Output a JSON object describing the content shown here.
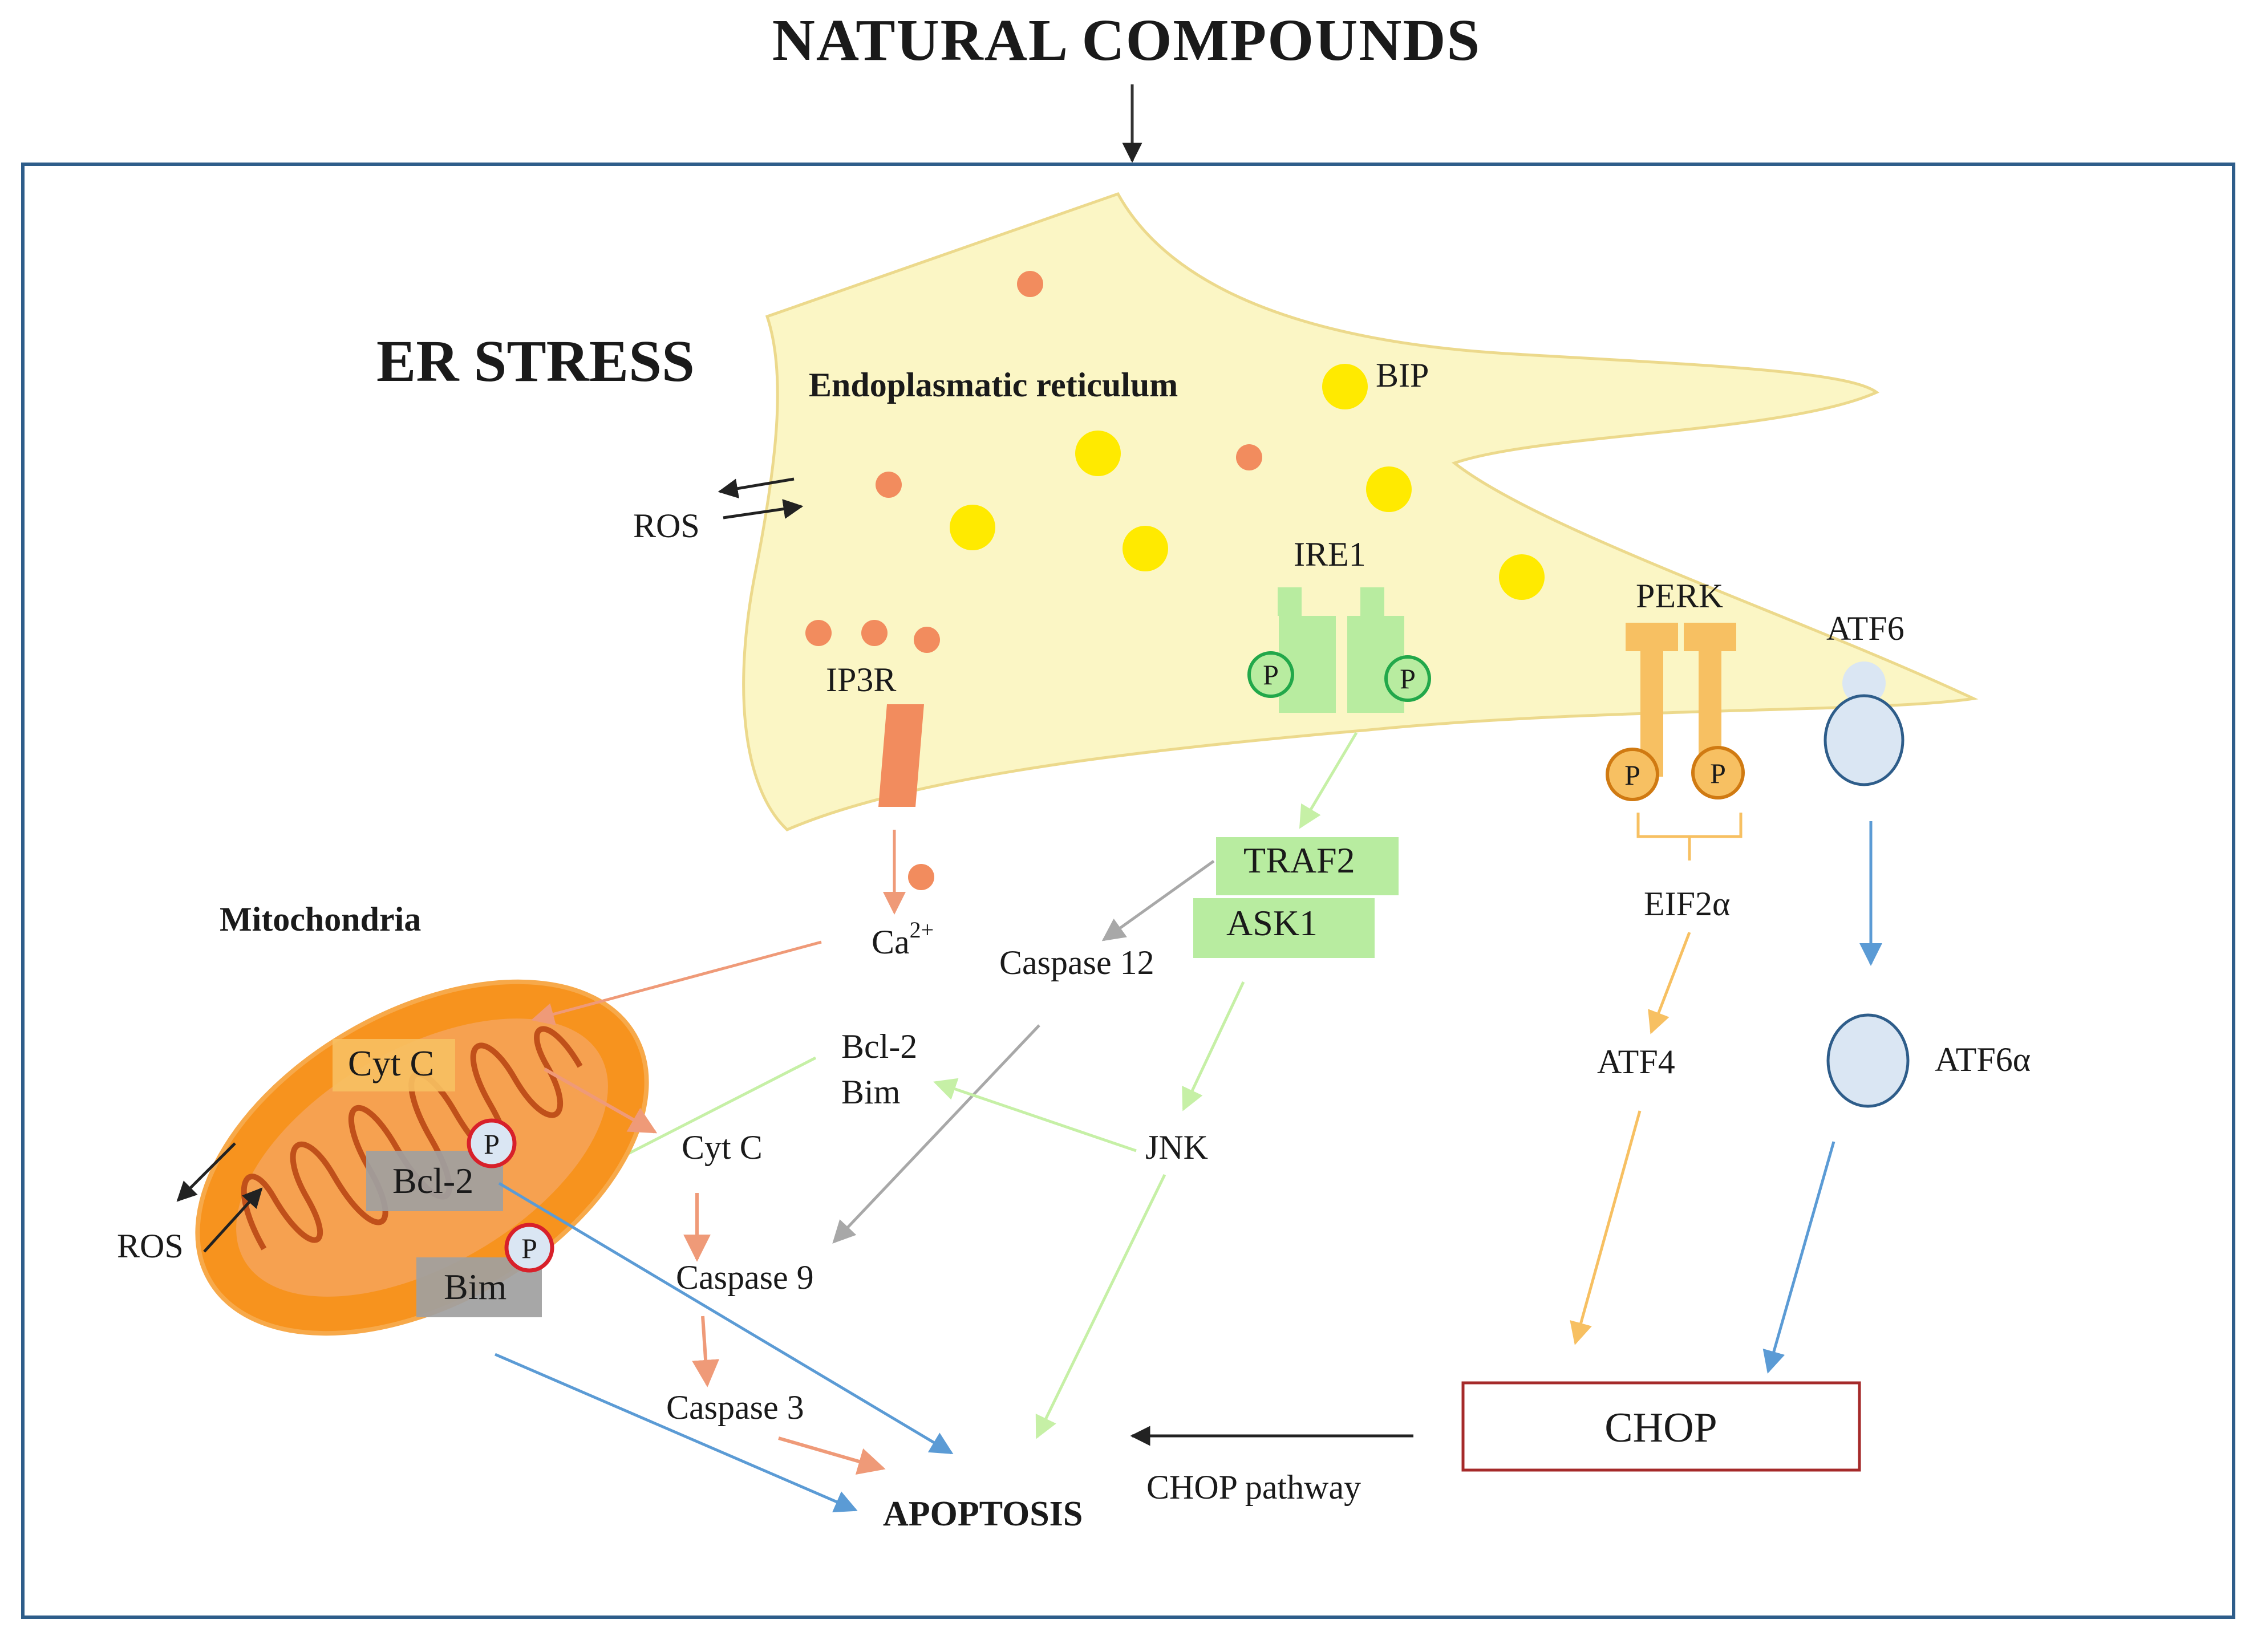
{
  "title": "NATURAL COMPOUNDS",
  "section_label": "ER STRESS",
  "organelles": {
    "er": "Endoplasmatic reticulum",
    "mitochondria": "Mitochondria"
  },
  "receptors": {
    "bip": "BIP",
    "ire1": "IRE1",
    "perk": "PERK",
    "atf6": "ATF6",
    "ip3r": "IP3R"
  },
  "phospho_label": "P",
  "molecules": {
    "ros_er": "ROS",
    "ros_mito": "ROS",
    "ca": "Ca",
    "ca_charge": "2+",
    "traf2": "TRAF2",
    "ask1": "ASK1",
    "caspase12": "Caspase 12",
    "bcl2": "Bcl-2",
    "bim": "Bim",
    "jnk": "JNK",
    "cytc": "Cyt C",
    "caspase9": "Caspase 9",
    "caspase3": "Caspase 3",
    "eif2a": "EIF2α",
    "atf4": "ATF4",
    "atf6a": "ATF6α"
  },
  "mito_labels": {
    "cytc": "Cyt C",
    "bcl2": "Bcl-2",
    "bim": "Bim"
  },
  "outcomes": {
    "chop": "CHOP",
    "chop_pathway": "CHOP pathway",
    "apoptosis": "APOPTOSIS"
  },
  "colors": {
    "frame": "#2e5d8a",
    "er_fill": "#fbf6c5",
    "er_stroke": "#ecd98c",
    "bip_dot": "#ffea00",
    "ca_dot": "#f28c5e",
    "ire1_green": "#b8eca0",
    "perk_orange": "#f7c062",
    "atf6_blue": "#dae6f3",
    "mito_orange": "#f7931e",
    "arrow_orange": "#ef9a78",
    "arrow_green": "#c6f0a6",
    "arrow_grey": "#a8a8a8",
    "arrow_blue": "#5b9bd5",
    "chop_border": "#a52a2a"
  }
}
